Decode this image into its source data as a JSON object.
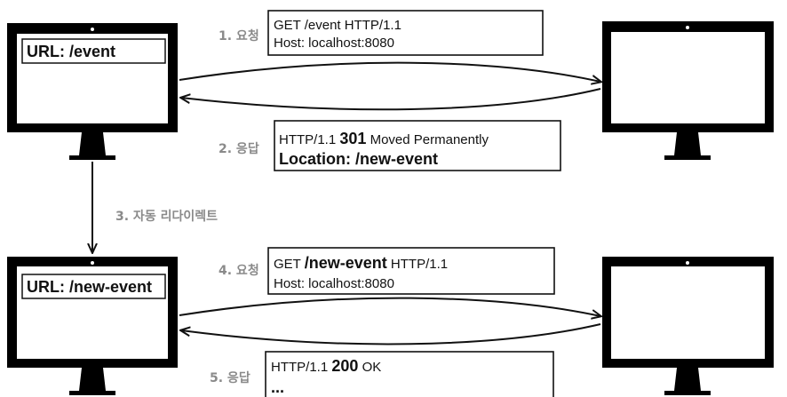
{
  "browser_top": {
    "url_label": "URL: /event"
  },
  "browser_bottom": {
    "url_label": "URL: /new-event"
  },
  "steps": {
    "step1": "1. 요청",
    "step2": "2. 응답",
    "step3": "3. 자동 리다이렉트",
    "step4": "4. 요청",
    "step5": "5. 응답"
  },
  "messages": {
    "request1": {
      "line1": "GET /event HTTP/1.1",
      "line2": "Host: localhost:8080"
    },
    "response1": {
      "line1_prefix": "HTTP/1.1 ",
      "line1_code": "301",
      "line1_suffix": " Moved Permanently",
      "line2": "Location: /new-event"
    },
    "request2": {
      "line1_prefix": "GET ",
      "line1_path": "/new-event",
      "line1_suffix": " HTTP/1.1",
      "line2": "Host: localhost:8080"
    },
    "response2": {
      "line1_prefix": "HTTP/1.1 ",
      "line1_code": "200",
      "line1_suffix": " OK",
      "line2": "..."
    }
  }
}
